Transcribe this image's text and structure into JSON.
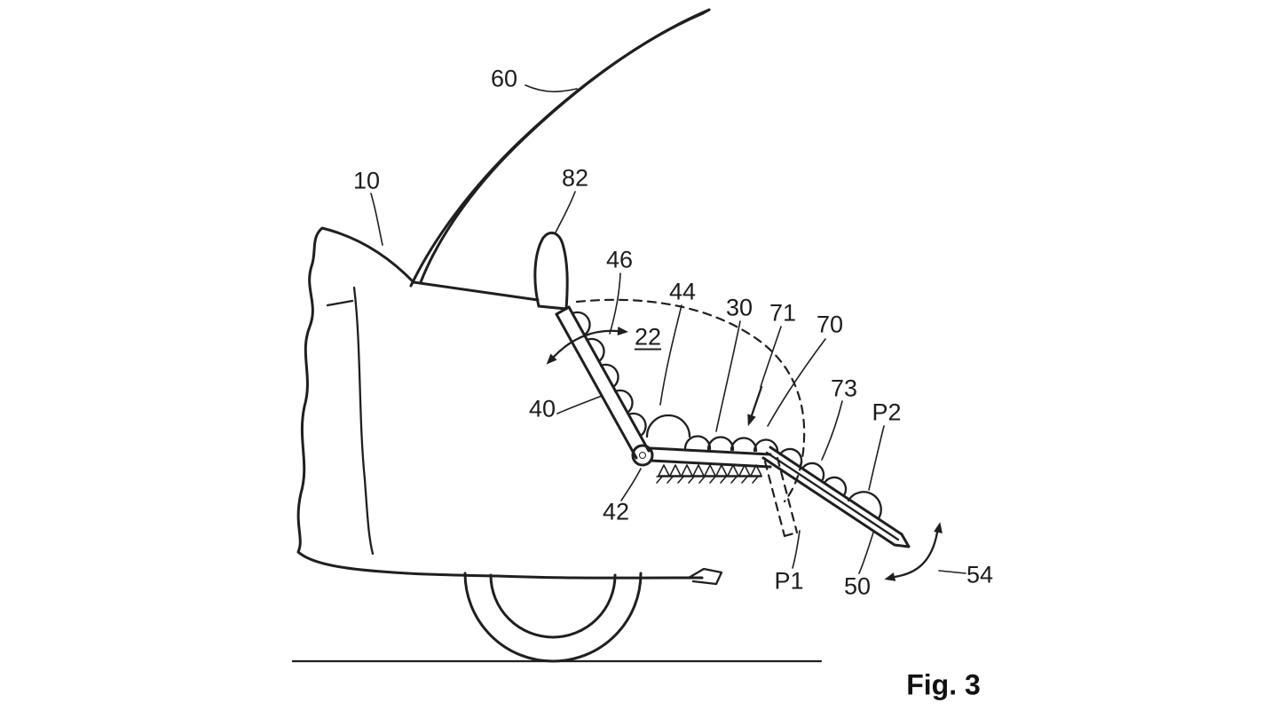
{
  "figure": {
    "caption": "Fig. 3",
    "colors": {
      "ink": "#1f1f1f",
      "background": "#ffffff"
    },
    "labels": {
      "n60": "60",
      "n10": "10",
      "n82": "82",
      "n46": "46",
      "n44": "44",
      "n30": "30",
      "n71": "71",
      "n70": "70",
      "n73": "73",
      "p2": "P2",
      "n22": "22",
      "n40": "40",
      "n42": "42",
      "p1": "P1",
      "n50": "50",
      "n54": "54"
    }
  }
}
